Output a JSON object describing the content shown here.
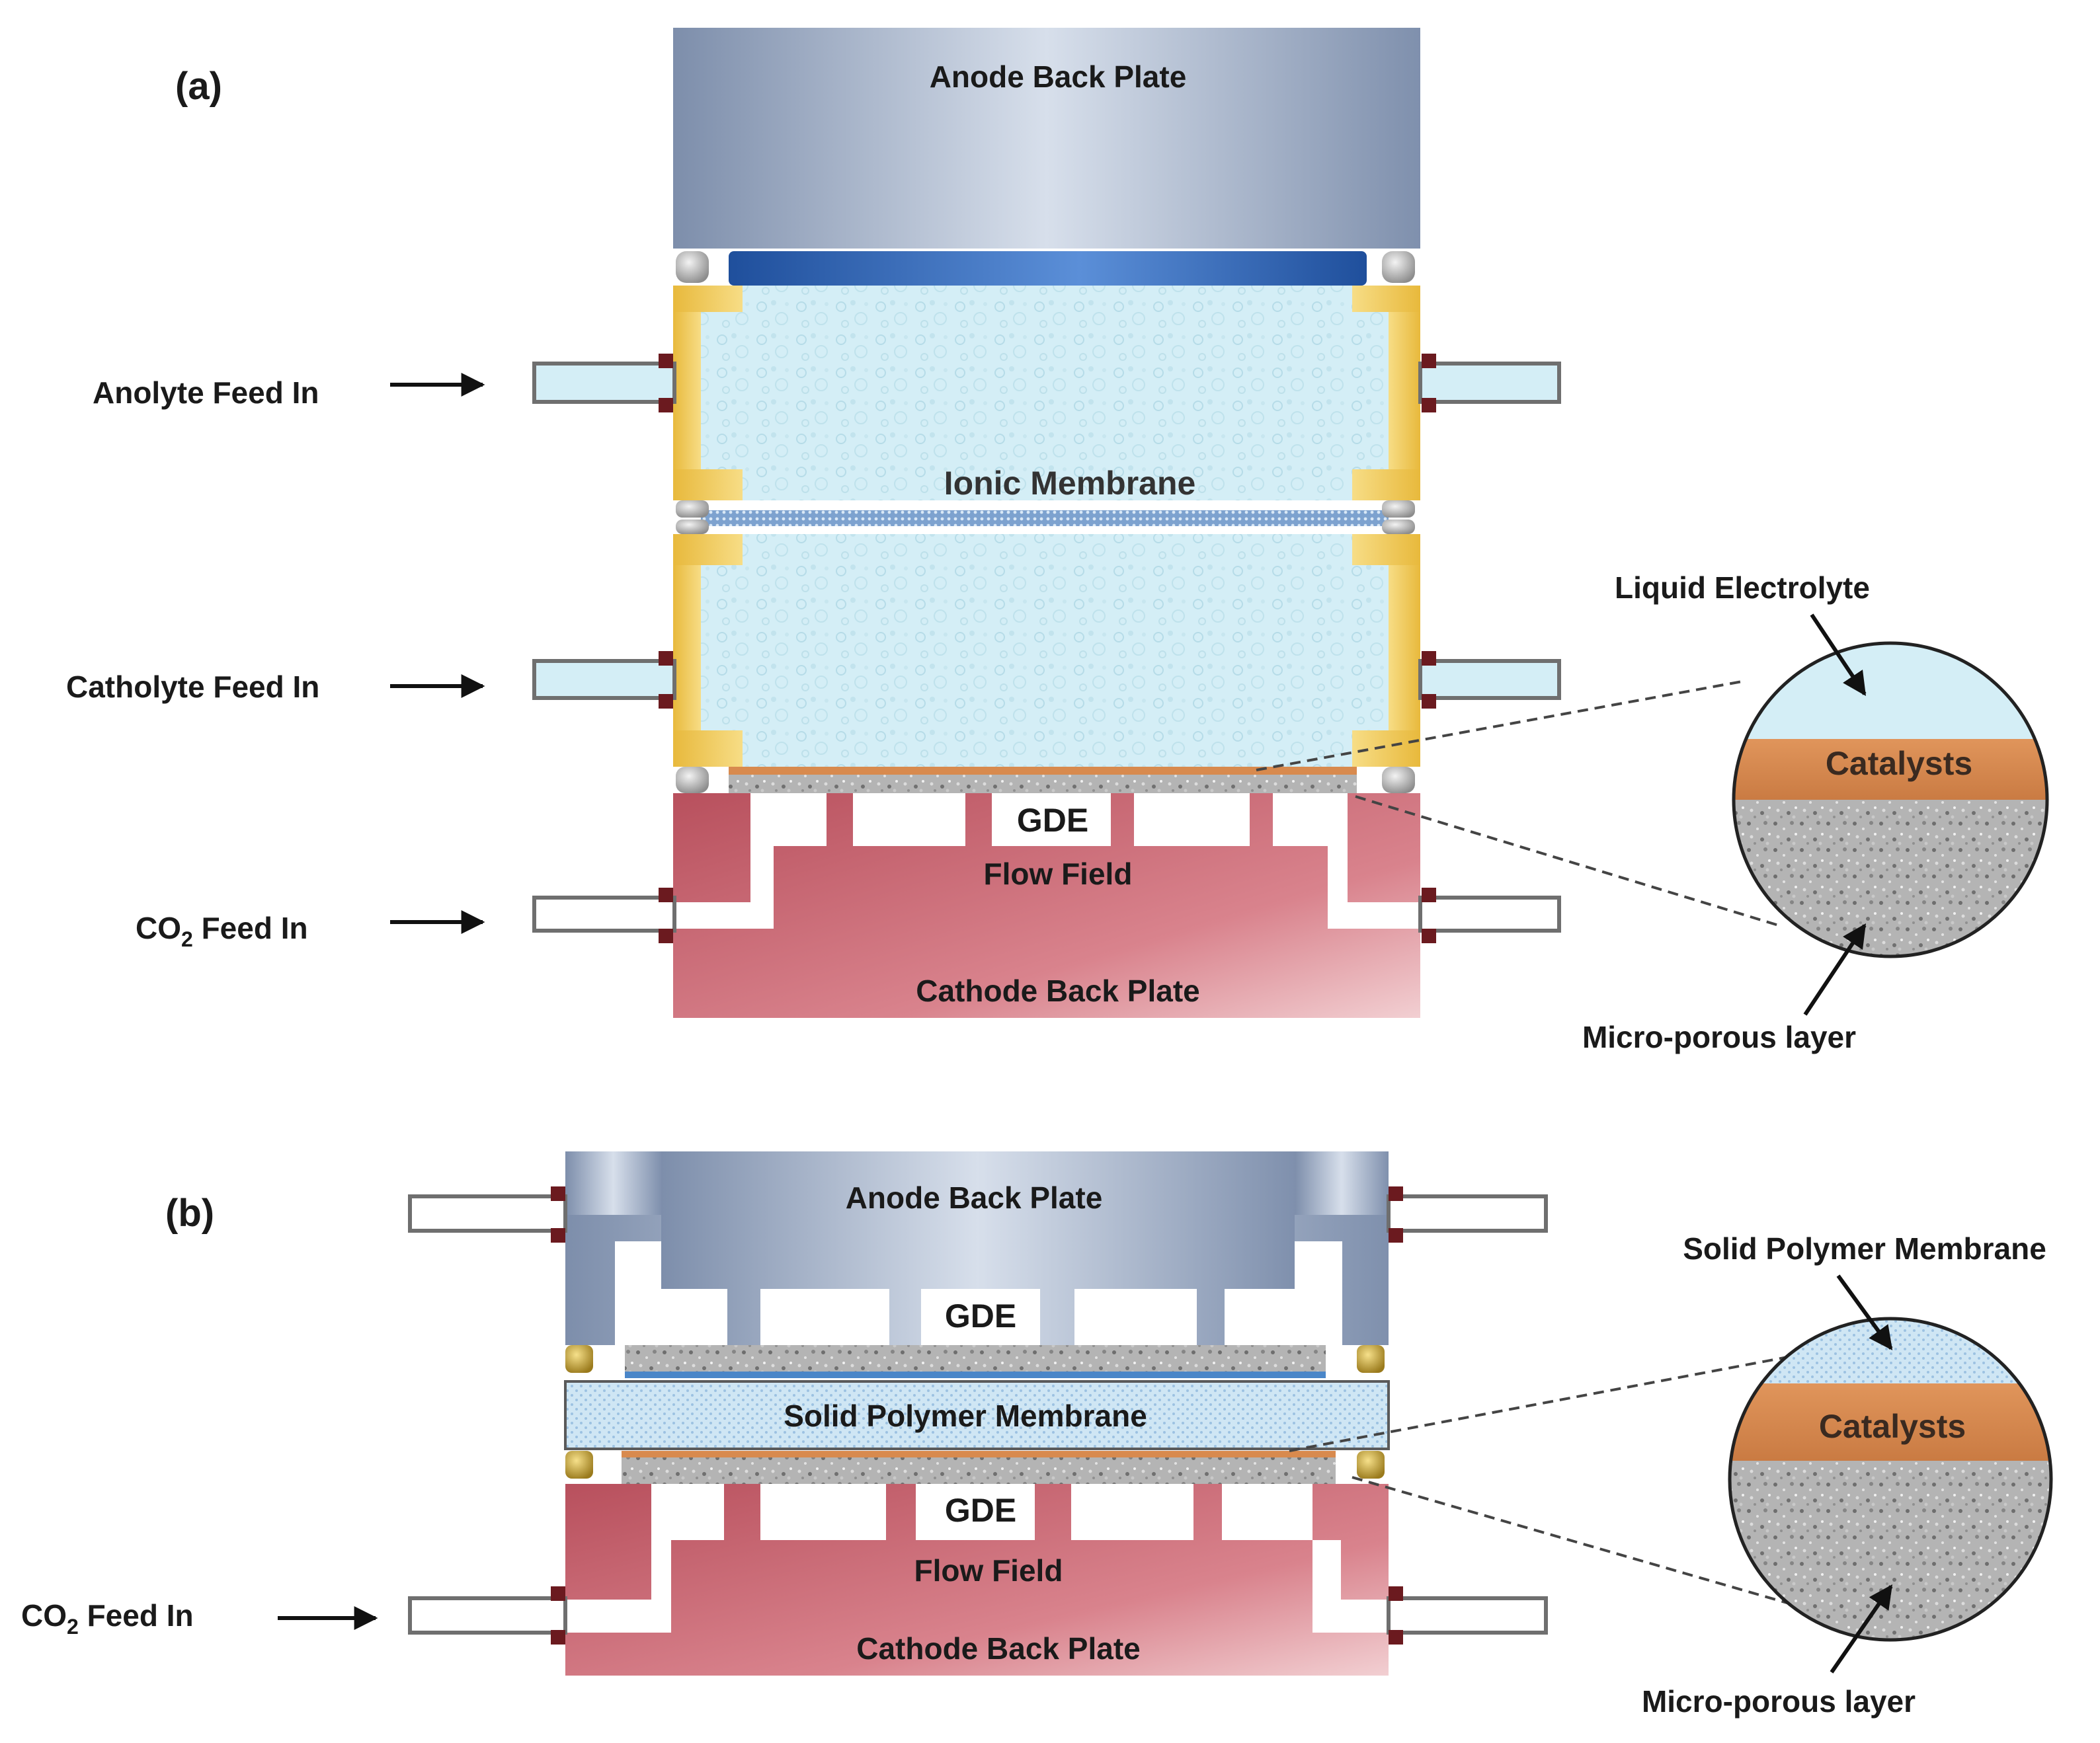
{
  "panel_a": {
    "tag": "(a)",
    "anode_back_plate": "Anode Back Plate",
    "ionic_membrane": "Ionic Membrane",
    "gde": "GDE",
    "flow_field": "Flow Field",
    "cathode_back_plate": "Cathode Back Plate",
    "anolyte_feed": "Anolyte Feed In",
    "catholyte_feed": "Catholyte Feed In",
    "co2_feed_prefix": "CO",
    "co2_feed_sub": "2",
    "co2_feed_suffix": " Feed In",
    "zoom_top": "Liquid Electrolyte",
    "zoom_mid": "Catalysts",
    "zoom_bottom": "Micro-porous layer"
  },
  "panel_b": {
    "tag": "(b)",
    "anode_back_plate": "Anode Back Plate",
    "gde_top": "GDE",
    "solid_polymer_membrane": "Solid Polymer Membrane",
    "gde_bottom": "GDE",
    "flow_field": "Flow Field",
    "cathode_back_plate": "Cathode Back Plate",
    "co2_feed_prefix": "CO",
    "co2_feed_sub": "2",
    "co2_feed_suffix": " Feed In",
    "zoom_top": "Solid Polymer Membrane",
    "zoom_mid": "Catalysts",
    "zoom_bottom": "Micro-porous layer"
  },
  "colors": {
    "anode_plate": "#8f9fbb",
    "cathode_plate": "#c55f6c",
    "electrolyte": "#d4eef6",
    "gasket": "#f1cb55",
    "catalyst": "#d88a4e",
    "microporous": "#a6a6a6",
    "seal": "#6b1a1f"
  }
}
